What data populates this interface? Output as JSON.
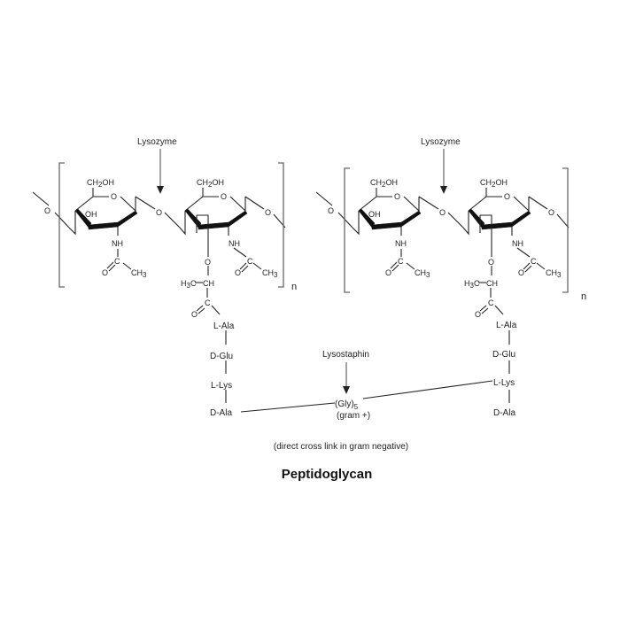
{
  "diagram": {
    "title": "Peptidoglycan",
    "footnote": "(direct cross link in gram negative)",
    "enzymes": {
      "lysozyme": "Lysozyme",
      "lysostaphin": "Lysostaphin"
    },
    "repeat_label": "n",
    "sugar_labels": {
      "ch2oh": "CH",
      "ch2oh_sub": "2",
      "ch2oh_tail": "OH",
      "ring_o": "O",
      "glyco_o": "O",
      "oh": "OH",
      "nh": "NH",
      "c": "C",
      "carbonyl_o": "O",
      "ch3": "CH",
      "ch3_sub": "3",
      "h3c": "H",
      "h3c_sub": "3",
      "h3c_tail": "C",
      "ch": "CH"
    },
    "peptide_left": [
      "L-Ala",
      "D-Glu",
      "L-Lys",
      "D-Ala"
    ],
    "peptide_right": [
      "L-Ala",
      "D-Glu",
      "L-Lys",
      "D-Ala"
    ],
    "bridge": {
      "label": "(Gly)",
      "subscript": "5",
      "note": "(gram +)"
    }
  }
}
